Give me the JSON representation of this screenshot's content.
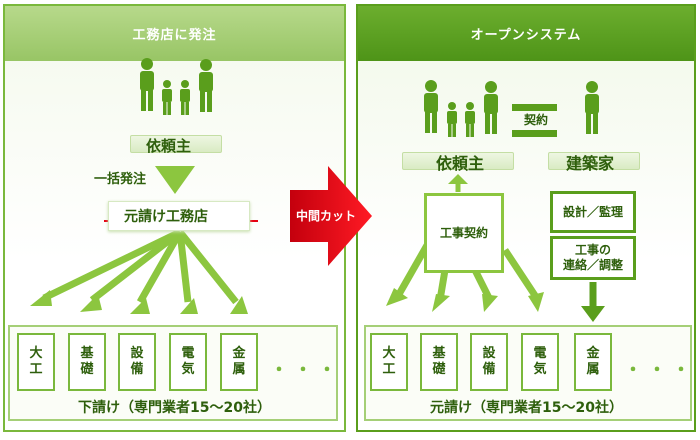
{
  "left": {
    "header": "工務店に発注",
    "client_label": "依頼主",
    "order_label": "一括発注",
    "prime_contractor_label": "元請け工務店",
    "trades": [
      "大\n工",
      "基\n礎",
      "設\n備",
      "電\n気",
      "金\n属"
    ],
    "dots": "・・・",
    "subcontractors_caption": "下請け（専門業者15〜20社）"
  },
  "middle": {
    "arrow_label": "中間カット"
  },
  "right": {
    "header": "オープンシステム",
    "client_label": "依頼主",
    "contract_label": "契約",
    "architect_label": "建築家",
    "construction_contract_box": "工事契約",
    "design_supervision_box": "設計／監理",
    "coordination_box": "工事の\n連絡／調整",
    "trades": [
      "大\n工",
      "基\n礎",
      "設\n備",
      "電\n気",
      "金\n属"
    ],
    "dots": "・・・",
    "contractors_caption": "元請け（専門業者15〜20社）"
  },
  "colors": {
    "dark_green": "#5a9e1c",
    "light_green": "#7ab83c",
    "arrow_red": "#e60012"
  }
}
